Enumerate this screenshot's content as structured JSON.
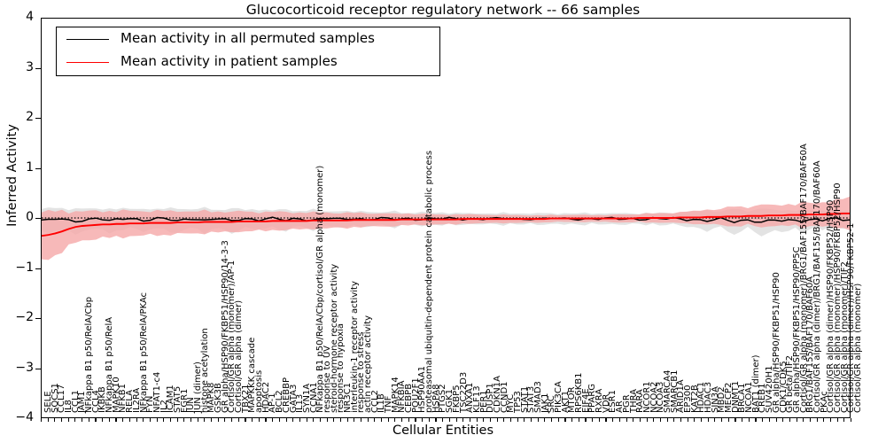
{
  "chart_data": {
    "type": "line",
    "title": "Glucocorticoid receptor regulatory network -- 66 samples",
    "xlabel": "Cellular Entities",
    "ylabel": "Inferred Activity",
    "ylim": [
      -4,
      4
    ],
    "yticks": [
      "4",
      "3",
      "2",
      "1",
      "0",
      "-1",
      "-2",
      "-3",
      "-4"
    ],
    "grid": false,
    "legend_position": "upper left",
    "legend": [
      {
        "label": "Mean activity in all permuted samples",
        "color": "#000000"
      },
      {
        "label": "Mean activity in patient samples",
        "color": "#ff0000"
      }
    ],
    "series": [
      {
        "name": "Mean activity in all permuted samples",
        "color": "#000000",
        "band_color": "#d9d9d9",
        "values": [
          -0.04,
          -0.05,
          -0.03,
          -0.02,
          -0.05,
          -0.07,
          -0.04,
          -0.02,
          -0.01,
          -0.03,
          -0.06,
          -0.04,
          -0.02,
          0.0,
          -0.02,
          -0.05,
          -0.03,
          -0.01,
          -0.02,
          -0.04,
          -0.06,
          -0.03,
          -0.01,
          -0.02,
          -0.05,
          -0.03,
          -0.02,
          -0.04,
          -0.06,
          -0.03,
          -0.01,
          -0.02,
          -0.04,
          -0.02,
          -0.01,
          -0.03,
          -0.05,
          -0.02,
          -0.01,
          -0.03,
          -0.04,
          -0.02,
          -0.01,
          -0.02,
          -0.03,
          -0.02,
          -0.01,
          -0.02,
          -0.03,
          -0.02,
          -0.01,
          -0.02,
          -0.03,
          -0.02,
          -0.01,
          -0.02,
          -0.02,
          -0.01,
          -0.02,
          -0.02,
          -0.01,
          -0.02,
          -0.02,
          -0.01,
          -0.02,
          -0.02,
          -0.01,
          -0.02,
          -0.02,
          -0.01,
          -0.02,
          -0.02,
          -0.01,
          -0.02,
          -0.02,
          -0.01,
          -0.02,
          -0.02,
          -0.01,
          -0.02,
          -0.02,
          -0.01,
          -0.02,
          -0.02,
          -0.01,
          -0.02,
          -0.02,
          -0.01,
          -0.02,
          -0.02,
          -0.01,
          -0.02,
          -0.02,
          -0.01,
          -0.02,
          -0.03,
          -0.02,
          -0.04,
          -0.06,
          -0.04,
          -0.02,
          -0.05,
          -0.08,
          -0.05,
          -0.03,
          -0.06,
          -0.09,
          -0.06,
          -0.04,
          -0.07,
          -0.05,
          -0.03,
          -0.06,
          -0.04,
          -0.02,
          -0.05,
          -0.03,
          -0.02,
          -0.04,
          -0.03
        ],
        "band": [
          0.22,
          0.24,
          0.23,
          0.21,
          0.24,
          0.26,
          0.23,
          0.2,
          0.19,
          0.22,
          0.25,
          0.23,
          0.2,
          0.18,
          0.2,
          0.24,
          0.22,
          0.18,
          0.2,
          0.23,
          0.26,
          0.22,
          0.18,
          0.2,
          0.24,
          0.21,
          0.18,
          0.22,
          0.25,
          0.21,
          0.17,
          0.19,
          0.22,
          0.18,
          0.16,
          0.19,
          0.22,
          0.17,
          0.15,
          0.18,
          0.2,
          0.16,
          0.14,
          0.16,
          0.18,
          0.15,
          0.13,
          0.15,
          0.17,
          0.14,
          0.12,
          0.14,
          0.16,
          0.13,
          0.11,
          0.13,
          0.14,
          0.11,
          0.12,
          0.13,
          0.11,
          0.12,
          0.12,
          0.1,
          0.11,
          0.12,
          0.1,
          0.11,
          0.12,
          0.1,
          0.11,
          0.12,
          0.1,
          0.11,
          0.12,
          0.1,
          0.11,
          0.12,
          0.1,
          0.11,
          0.12,
          0.1,
          0.11,
          0.12,
          0.1,
          0.11,
          0.12,
          0.1,
          0.11,
          0.12,
          0.1,
          0.12,
          0.13,
          0.11,
          0.13,
          0.16,
          0.14,
          0.18,
          0.22,
          0.18,
          0.15,
          0.2,
          0.26,
          0.21,
          0.17,
          0.22,
          0.28,
          0.23,
          0.19,
          0.24,
          0.21,
          0.18,
          0.22,
          0.19,
          0.16,
          0.2,
          0.17,
          0.15,
          0.18,
          0.16
        ]
      },
      {
        "name": "Mean activity in patient samples",
        "color": "#ff0000",
        "band_color": "#f5a8a8",
        "values": [
          -0.36,
          -0.34,
          -0.31,
          -0.27,
          -0.22,
          -0.18,
          -0.16,
          -0.15,
          -0.14,
          -0.13,
          -0.13,
          -0.12,
          -0.12,
          -0.11,
          -0.11,
          -0.11,
          -0.1,
          -0.1,
          -0.1,
          -0.1,
          -0.09,
          -0.09,
          -0.09,
          -0.09,
          -0.08,
          -0.08,
          -0.08,
          -0.08,
          -0.08,
          -0.07,
          -0.07,
          -0.07,
          -0.07,
          -0.07,
          -0.06,
          -0.06,
          -0.06,
          -0.06,
          -0.06,
          -0.06,
          -0.05,
          -0.05,
          -0.05,
          -0.05,
          -0.05,
          -0.05,
          -0.04,
          -0.04,
          -0.04,
          -0.04,
          -0.04,
          -0.04,
          -0.04,
          -0.03,
          -0.03,
          -0.03,
          -0.03,
          -0.03,
          -0.03,
          -0.03,
          -0.03,
          -0.03,
          -0.02,
          -0.02,
          -0.02,
          -0.02,
          -0.02,
          -0.02,
          -0.02,
          -0.02,
          -0.02,
          -0.02,
          -0.02,
          -0.02,
          -0.02,
          -0.01,
          -0.01,
          -0.01,
          -0.01,
          -0.01,
          -0.01,
          -0.01,
          -0.01,
          -0.01,
          -0.01,
          -0.01,
          -0.01,
          -0.01,
          0.0,
          0.0,
          0.0,
          0.0,
          0.0,
          0.0,
          0.01,
          0.01,
          0.01,
          0.01,
          0.02,
          0.02,
          0.02,
          0.03,
          0.03,
          0.03,
          0.04,
          0.04,
          0.04,
          0.05,
          0.05,
          0.05,
          0.06,
          0.06,
          0.06,
          0.07,
          0.07,
          0.07,
          0.08,
          0.08,
          0.09,
          0.09
        ],
        "band": [
          0.47,
          0.46,
          0.44,
          0.41,
          0.36,
          0.31,
          0.29,
          0.28,
          0.28,
          0.27,
          0.27,
          0.26,
          0.26,
          0.25,
          0.25,
          0.25,
          0.24,
          0.24,
          0.24,
          0.23,
          0.23,
          0.23,
          0.22,
          0.22,
          0.22,
          0.21,
          0.21,
          0.21,
          0.2,
          0.2,
          0.2,
          0.19,
          0.19,
          0.19,
          0.18,
          0.18,
          0.18,
          0.17,
          0.17,
          0.17,
          0.16,
          0.16,
          0.16,
          0.15,
          0.15,
          0.15,
          0.14,
          0.14,
          0.14,
          0.13,
          0.13,
          0.13,
          0.12,
          0.12,
          0.12,
          0.11,
          0.11,
          0.11,
          0.1,
          0.1,
          0.1,
          0.1,
          0.09,
          0.09,
          0.09,
          0.09,
          0.08,
          0.08,
          0.08,
          0.08,
          0.08,
          0.08,
          0.07,
          0.07,
          0.07,
          0.07,
          0.07,
          0.07,
          0.07,
          0.07,
          0.07,
          0.07,
          0.07,
          0.07,
          0.07,
          0.08,
          0.08,
          0.08,
          0.08,
          0.09,
          0.09,
          0.09,
          0.1,
          0.1,
          0.11,
          0.12,
          0.12,
          0.14,
          0.15,
          0.15,
          0.16,
          0.18,
          0.2,
          0.19,
          0.18,
          0.2,
          0.23,
          0.21,
          0.2,
          0.22,
          0.22,
          0.21,
          0.24,
          0.23,
          0.22,
          0.25,
          0.26,
          0.27,
          0.29,
          0.31
        ]
      }
    ],
    "categories": [
      "SELE",
      "SOCS1",
      "CCL17",
      "IL8",
      "CCL1",
      "JAM1",
      "NFkappa B1 p50/RelA/Cbp",
      "CCL4",
      "IKBKB",
      "NFkappa B1 p50/RelA",
      "MAPK10",
      "NFKB1",
      "RELA",
      "IL2RA",
      "NFkappa B1 p50/RelA/PKAc",
      "FYN",
      "NFAT1-c4",
      "IL2",
      "ICAM1",
      "STAT5",
      "EGR1",
      "JUN",
      "JUN (dimer)",
      "histone acetylation",
      "MAPK8",
      "GSK3B",
      "GR alpha/HSP90/FKBP51/HSP90/14-3-3",
      "Cortisol/GR alpha (monomer)/AP-1",
      "Cortisol/GR alpha (dimer)",
      "TBX21",
      "MAPKKK cascade",
      "apoptosis",
      "HDAC2",
      "AP-1",
      "BCL2",
      "CREBBP",
      "GATA3",
      "IL13",
      "SYN1A",
      "CCNA1",
      "NFkappa B1 p50/RelA/Cbp/cortisol/GR alpha (monomer)",
      "response to UV",
      "steroid-hormone receptor activity",
      "response to hypoxia",
      "NR3C1",
      "interleukin-1 receptor activity",
      "response to stress",
      "actin receptor activity",
      "CCL2",
      "IL1B",
      "TNF",
      "MAPK14",
      "NFKBIA",
      "CEBPB",
      "POU2F1",
      "HSP90AA1",
      "proteasomal ubiquitin-dependent protein catabolic process",
      "HSPA8",
      "PTGS2",
      "SGK1",
      "FKBP5",
      "TSC22D3",
      "ANXA1",
      "KLF13",
      "PER1",
      "DUSP1",
      "CDKN1A",
      "CCND1",
      "MYC",
      "TP53",
      "STAT1",
      "STAT3",
      "SMAD3",
      "JAK1",
      "SRC",
      "PIK3CA",
      "AKT1",
      "MTOR",
      "RPS6KB1",
      "EIF4E",
      "PPARG",
      "RXRA",
      "VDR",
      "ESR1",
      "AR",
      "PGR",
      "THRA",
      "RARA",
      "NCOR1",
      "NCOA2",
      "NCOA3",
      "SMARCA4",
      "SMARCB1",
      "ARID1A",
      "EP300",
      "KAT2B",
      "HDAC1",
      "HDAC3",
      "SIN3A",
      "MBD2",
      "MECP2",
      "DNMT1",
      "BRCA1",
      "NCOA1",
      "BAT1 (dimer)",
      "CREB1",
      "SUV420H1",
      "GR alpha/HSP90/FKBP51/HSP90",
      "CDK1/CDK5",
      "GR beta/TIF2",
      "GR alpha/HSP90/FKBP51/HSP90/PP5C",
      "Cortisol/GR alpha (monomer)/BRG1/BAF155/BAF170/BAF60A",
      "BRG1/BAF155/BAF170/BAF60A",
      "Cortisol/GR alpha (dimer)/BRG1/BAF155/BAF170/BAF60A",
      "PKAc",
      "Cortisol/GR alpha (dimer)/HSP90/FKBP52/HSP90",
      "Cortisol/GR alpha (monomer)/HSP90/FKBP52/HSP90",
      "Cortisol/GR alpha (monomer)/TIF2",
      "Cortisol/GR alpha (dimer)/HSP90/FKBP52-1",
      "Cortisol/GR alpha (monomer)"
    ]
  }
}
